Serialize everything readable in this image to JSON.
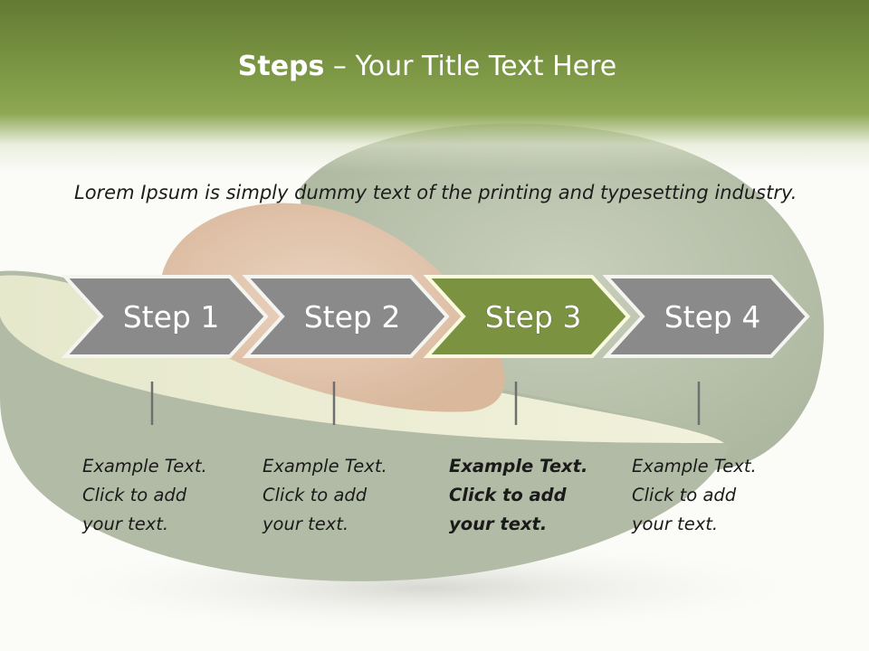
{
  "slide": {
    "title_bold": "Steps",
    "title_rest": "– Your Title Text Here",
    "intro": "Lorem Ipsum is simply dummy text of the printing and typesetting industry."
  },
  "colors": {
    "header": "#7d9845",
    "step_gray": "#8a8a8a",
    "step_active": "#7b9340",
    "connector": "#6f6f6f"
  },
  "steps": [
    {
      "label": "Step 1",
      "text": "Example Text.\nClick  to add\nyour text.",
      "active": false
    },
    {
      "label": "Step 2",
      "text": "Example Text.\nClick  to add\nyour text.",
      "active": false
    },
    {
      "label": "Step 3",
      "text": "Example Text.\nClick  to add\nyour text.",
      "active": true
    },
    {
      "label": "Step 4",
      "text": "Example Text.\nClick  to add\nyour text.",
      "active": false
    }
  ]
}
